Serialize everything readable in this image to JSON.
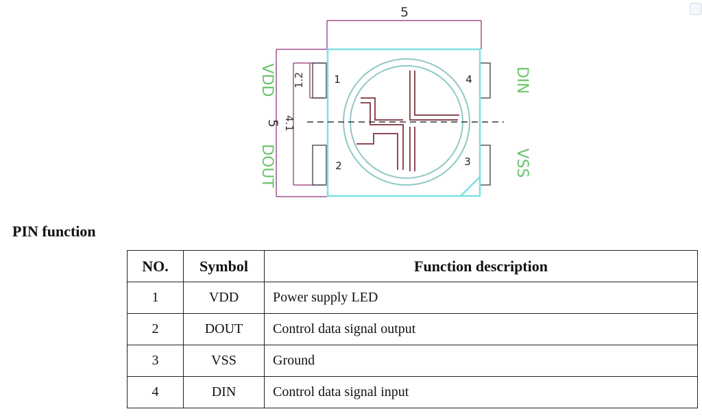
{
  "diagram": {
    "top_dim": "5",
    "side_dim": "5",
    "pad_dim": "1.2",
    "pitch_dim": "4.1",
    "pins": [
      {
        "num": "1",
        "label": "VDD"
      },
      {
        "num": "2",
        "label": "DOUT"
      },
      {
        "num": "3",
        "label": "VSS"
      },
      {
        "num": "4",
        "label": "DIN"
      }
    ],
    "colors": {
      "dimension": "#a0508f",
      "outline": "#7ae0e6",
      "lens": "#8ec8c4",
      "die": "#8b4a55",
      "pin_label": "#6ac46a",
      "centerline": "#333333"
    }
  },
  "section_title": "PIN function",
  "table": {
    "headers": [
      "NO.",
      "Symbol",
      "Function description"
    ],
    "rows": [
      [
        "1",
        "VDD",
        "Power supply LED"
      ],
      [
        "2",
        "DOUT",
        "Control data signal output"
      ],
      [
        "3",
        "VSS",
        "Ground"
      ],
      [
        "4",
        "DIN",
        "Control data signal input"
      ]
    ]
  }
}
